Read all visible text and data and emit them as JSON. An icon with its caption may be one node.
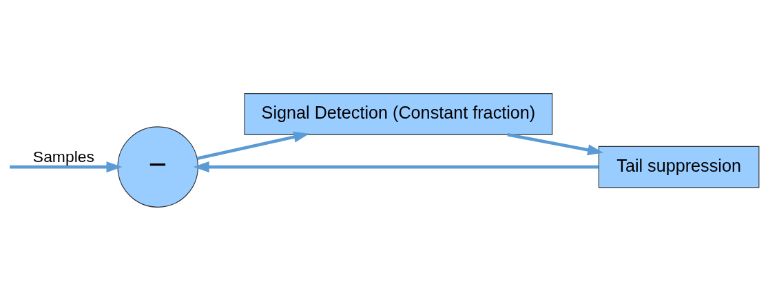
{
  "diagram": {
    "nodes": [
      {
        "text": [
          "−"
        ]
      },
      {
        "text": [
          "Signal Detection (Constant fraction)"
        ]
      },
      {
        "text": [
          "Tail suppression"
        ]
      }
    ],
    "edges": [
      {
        "from": null,
        "to": 0,
        "arrow": "to",
        "label": "Samples"
      },
      {
        "from": 0,
        "to": 1,
        "arrow": "to"
      },
      {
        "from": 1,
        "to": 2,
        "arrow": "to"
      },
      {
        "from": 2,
        "to": 0,
        "arrow": "to"
      }
    ]
  }
}
